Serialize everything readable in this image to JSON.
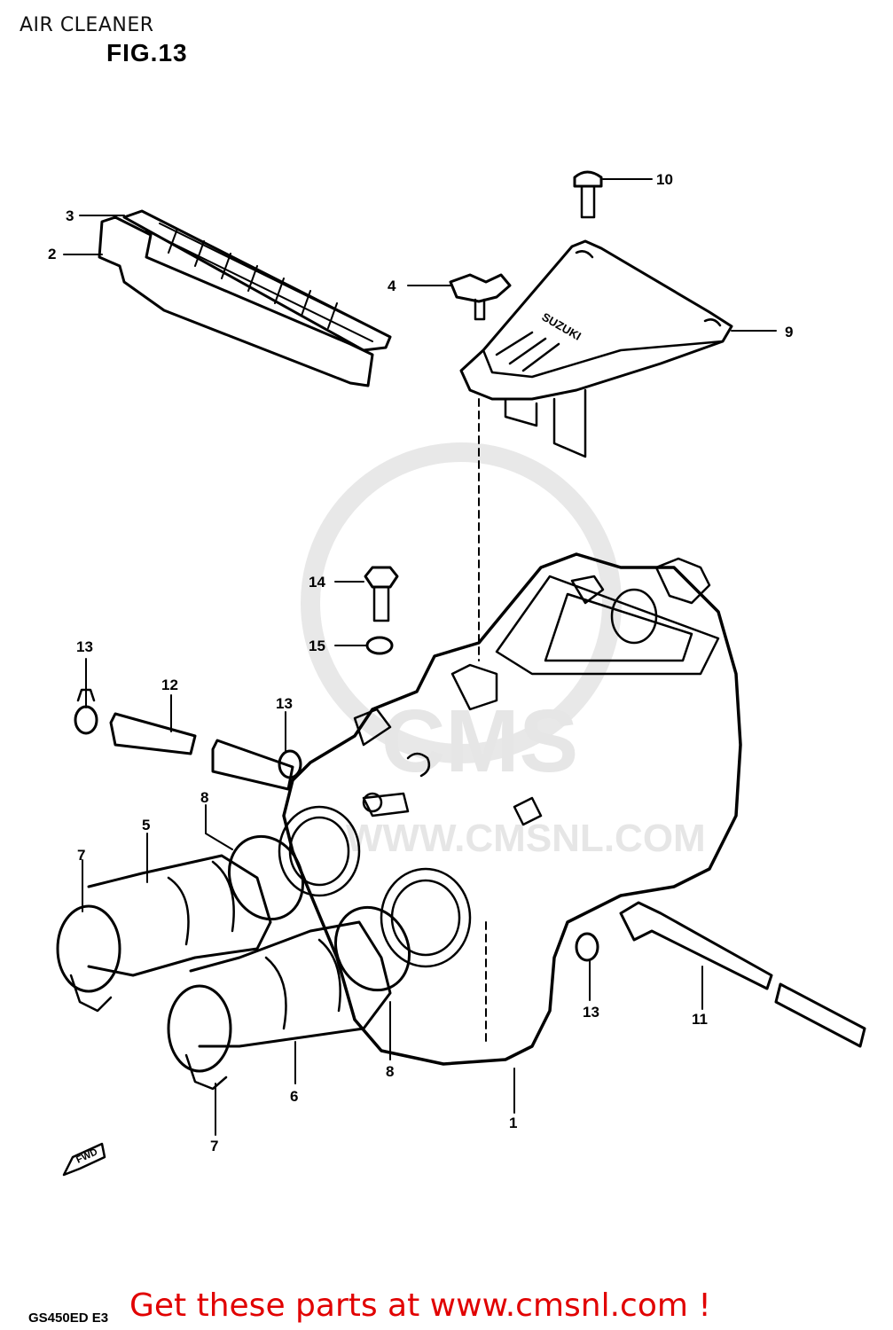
{
  "header": {
    "title": "AIR CLEANER",
    "figure_label": "FIG.13"
  },
  "diagram": {
    "callouts": [
      "1",
      "2",
      "3",
      "4",
      "5",
      "6",
      "7",
      "7",
      "8",
      "8",
      "9",
      "10",
      "11",
      "12",
      "13",
      "13",
      "13",
      "14",
      "15"
    ],
    "direction_marker": "FWD",
    "part_marking": "SUZUKI"
  },
  "watermark": {
    "logo_text": "CMS",
    "url_text": "WWW.CMSNL.COM"
  },
  "footer": {
    "model_code": "GS450ED E3",
    "cta": "Get these parts at www.cmsnl.com !"
  },
  "colors": {
    "line": "#000000",
    "cta": "#e10000",
    "watermark": "#e6e6e6"
  }
}
